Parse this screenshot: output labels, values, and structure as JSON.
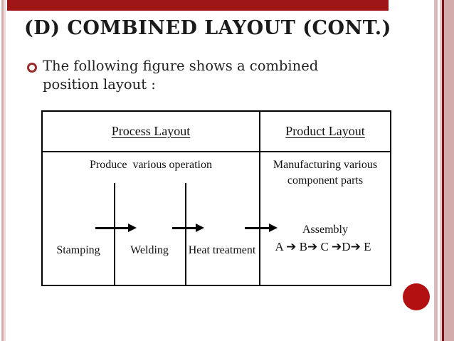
{
  "slide": {
    "title": "(D) COMBINED LAYOUT (CONT.)",
    "bullet": "The following figure shows a combined position layout :",
    "accent_bar_color": "#9e1616",
    "circle_color": "#b31111",
    "bullet_marker_color": "#9e2b2b",
    "edge_stripe_color": "#d3abab"
  },
  "figure": {
    "left": {
      "header": "Process Layout",
      "caption": "Produce  various operation",
      "stations": [
        "Stamping",
        "Welding",
        "Heat treatment"
      ]
    },
    "right": {
      "header": "Product Layout",
      "desc_line1": "Manufacturing various",
      "desc_line2": "component parts",
      "assembly": "Assembly",
      "sequence": "A ➔ B➔ C ➔D➔ E"
    }
  }
}
